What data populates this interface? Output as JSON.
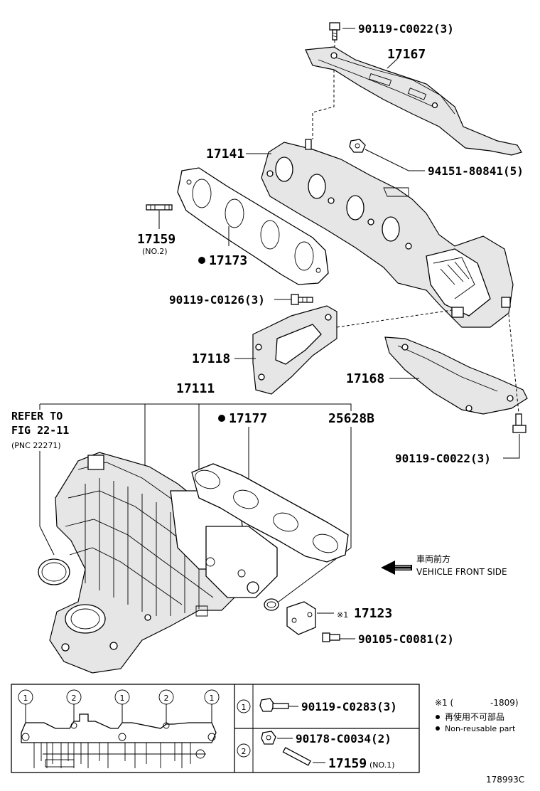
{
  "callouts": {
    "bolt_top": "90119-C0022(3)",
    "heat_insulator_upper": "17167",
    "exhaust_manifold": "17141",
    "nut": "94151-80841(5)",
    "stud": "17159",
    "stud_note": "(NO.2)",
    "gasket_exhaust": "17173",
    "bolt_bracket": "90119-C0126(3)",
    "bracket": "17118",
    "heat_insulator_lower": "17168",
    "intake_manifold": "17111",
    "gasket_intake": "17177",
    "gasket_25628b": "25628B",
    "bolt_lower": "90119-C0022(3)",
    "cover_part": "17123",
    "cover_mark": "※1",
    "bolt_cover": "90105-C0081(2)"
  },
  "refer": {
    "line1": "REFER TO",
    "line2": "FIG 22-11",
    "line3": "(PNC 22271)"
  },
  "direction": {
    "japanese": "車両前方",
    "english": "VEHICLE FRONT SIDE"
  },
  "bottom_box": {
    "circle_labels": [
      "1",
      "2",
      "1",
      "2",
      "1"
    ],
    "legend": [
      {
        "num": "1",
        "part": "90119-C0283(3)"
      },
      {
        "num": "2",
        "part": "90178-C0034(2)"
      }
    ],
    "stud_part": "17159",
    "stud_note": "(NO.1)"
  },
  "notes": {
    "ref_mark": "※1 (",
    "ref_range": "-1809)",
    "line_jp": "再使用不可部品",
    "line_en": "Non-reusable part"
  },
  "figure_code": "178993C"
}
